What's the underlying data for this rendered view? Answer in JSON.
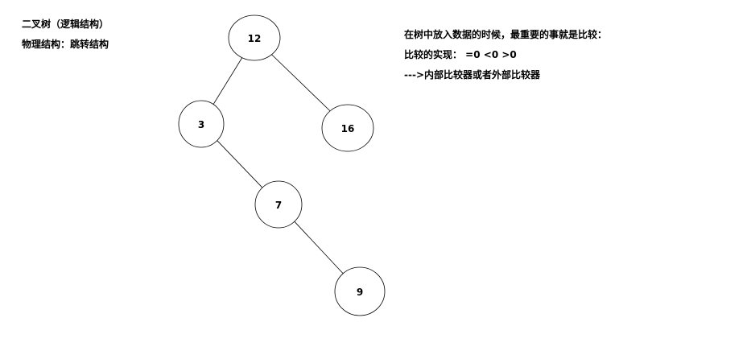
{
  "notes_left": {
    "line1": "二叉树（逻辑结构）",
    "line2": "物理结构：跳转结构"
  },
  "notes_right": {
    "line1": "在树中放入数据的时候，最重要的事就是比较：",
    "line2": "比较的实现：  =0   <0  >0",
    "line3": "--->内部比较器或者外部比较器"
  },
  "tree": {
    "nodes": [
      {
        "id": "n12",
        "label": "12"
      },
      {
        "id": "n3",
        "label": "3"
      },
      {
        "id": "n16",
        "label": "16"
      },
      {
        "id": "n7",
        "label": "7"
      },
      {
        "id": "n9",
        "label": "9"
      }
    ],
    "edges": [
      {
        "from": "n12",
        "to": "n3"
      },
      {
        "from": "n12",
        "to": "n16"
      },
      {
        "from": "n3",
        "to": "n7"
      },
      {
        "from": "n7",
        "to": "n9"
      }
    ]
  }
}
